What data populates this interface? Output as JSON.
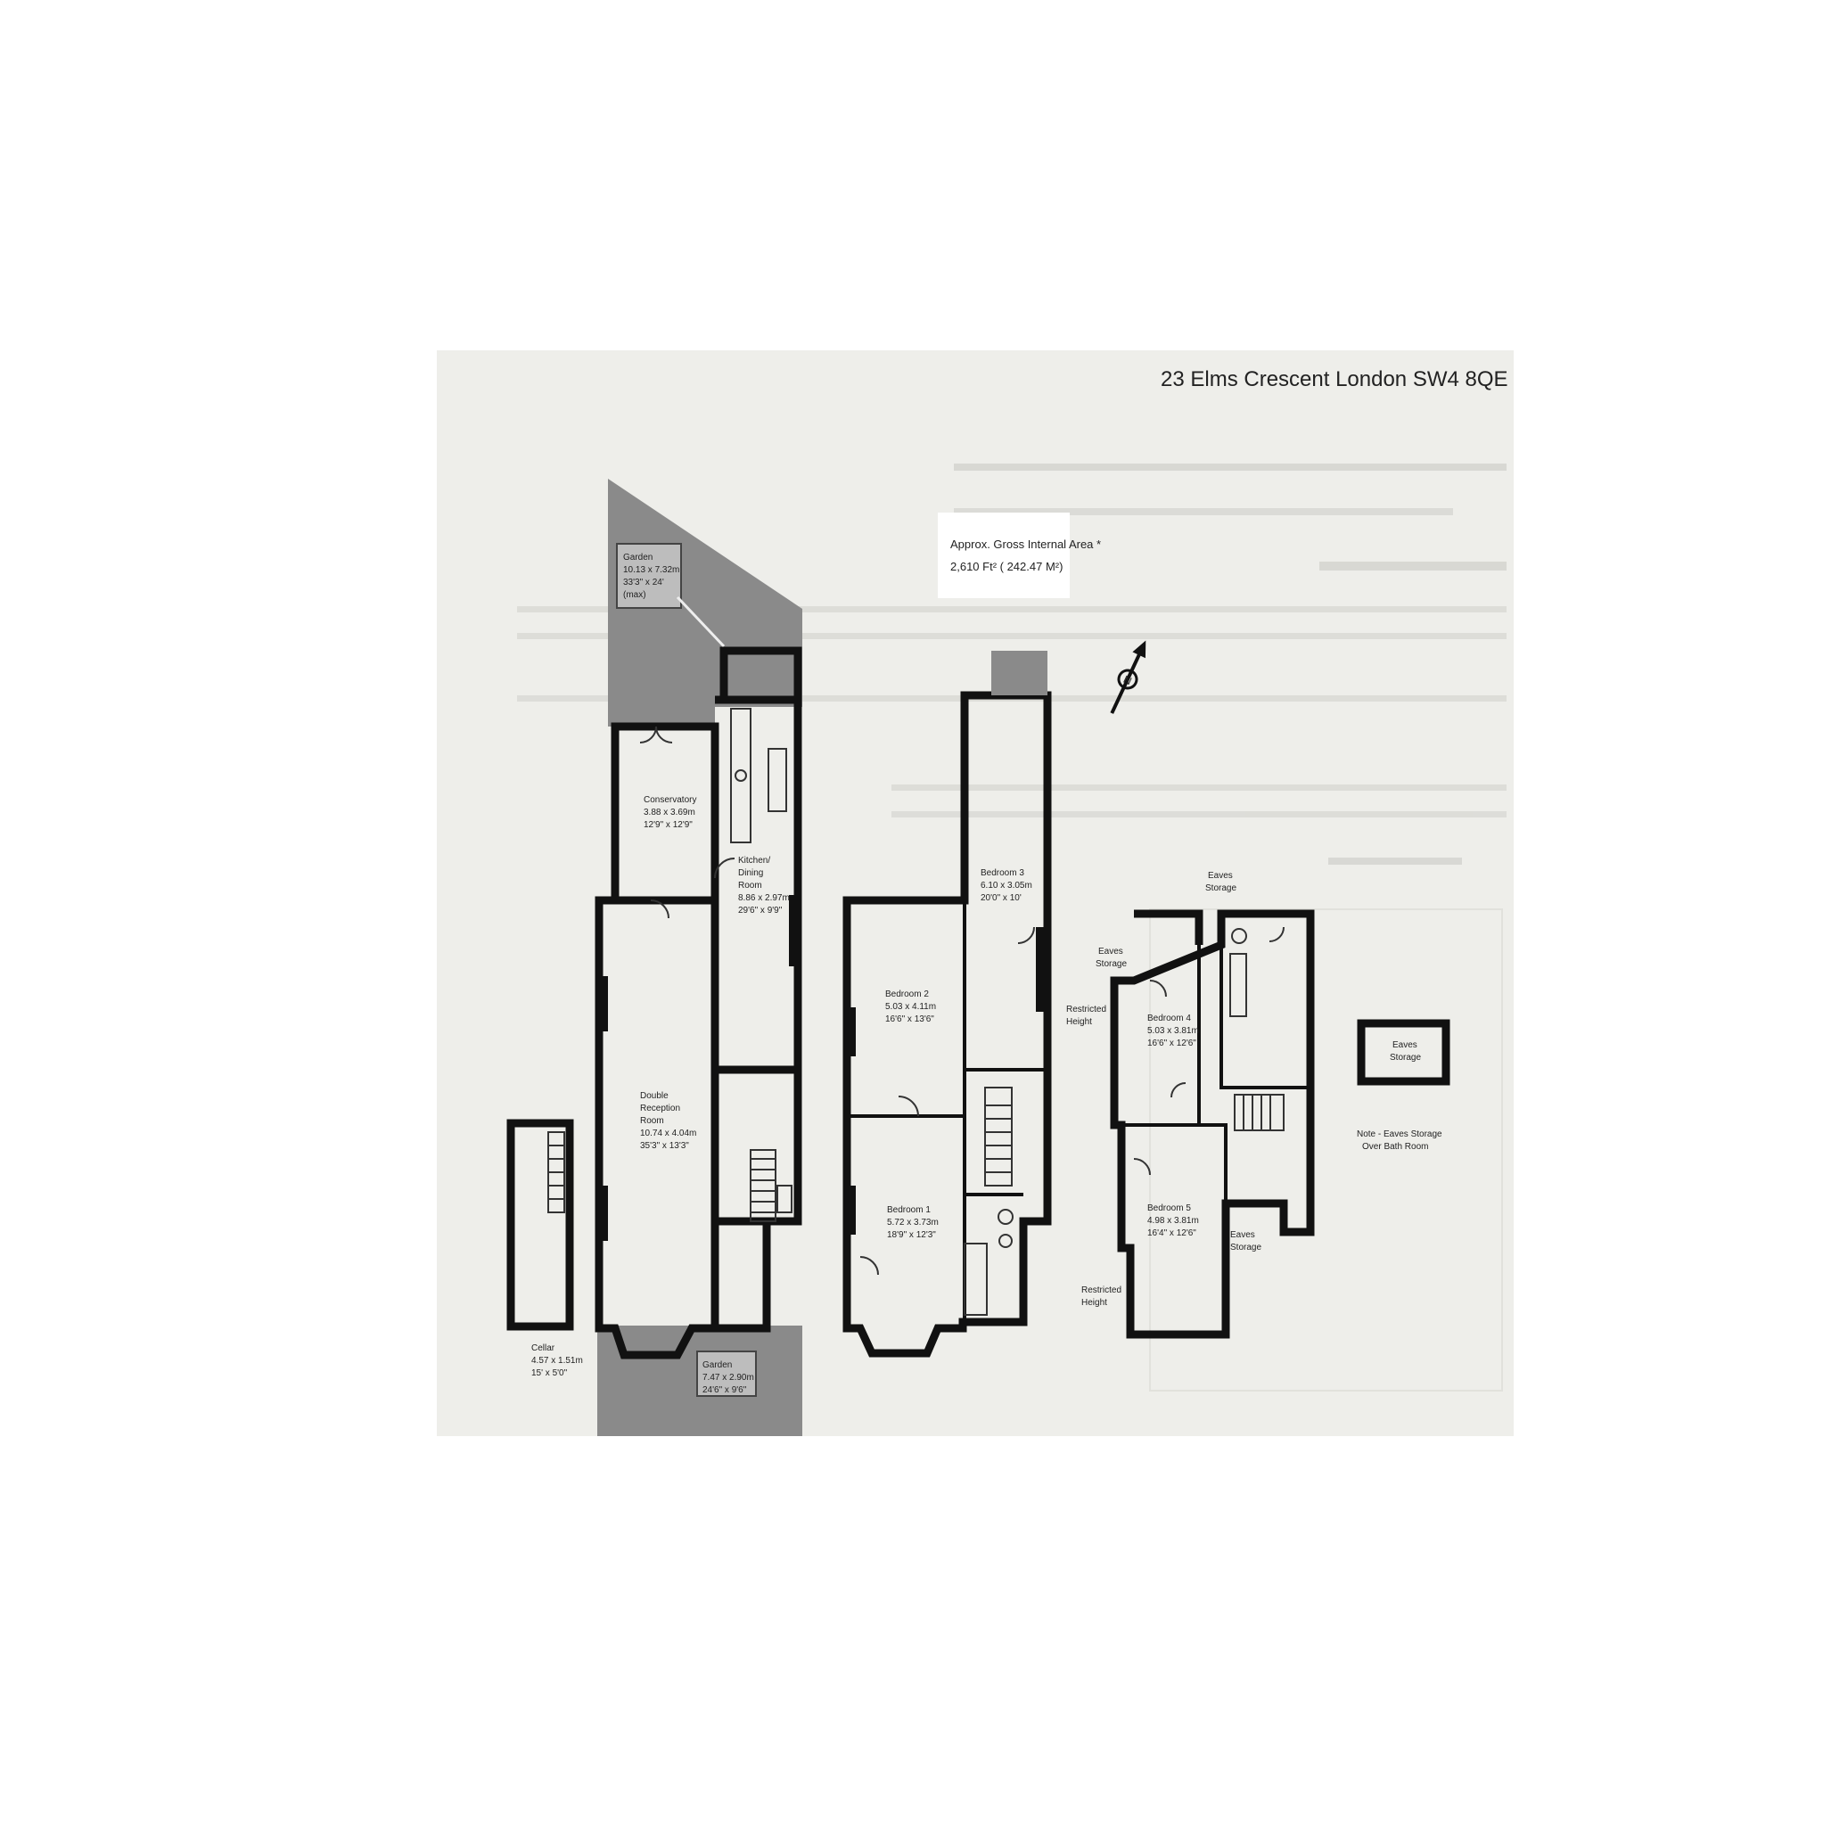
{
  "title": "23 Elms Crescent London  SW4 8QE",
  "area_note": {
    "line1": "Approx. Gross Internal Area *",
    "line2": "2,610 Ft² ( 242.47 M²)"
  },
  "rooms": {
    "garden_rear": [
      "Garden",
      "10.13 x 7.32m",
      "33'3\" x 24'",
      "(max)"
    ],
    "conservatory": [
      "Conservatory",
      "3.88 x 3.69m",
      "12'9\" x 12'9\""
    ],
    "kitchen": [
      "Kitchen/",
      "Dining",
      "Room",
      "8.86 x 2.97m",
      "29'6\" x 9'9\""
    ],
    "reception": [
      "Double",
      "Reception",
      "Room",
      "10.74 x 4.04m",
      "35'3\" x 13'3\""
    ],
    "garden_front": [
      "Garden",
      "7.47 x 2.90m",
      "24'6\" x 9'6\""
    ],
    "cellar": [
      "Cellar",
      "4.57 x 1.51m",
      "15' x 5'0\""
    ],
    "bedroom1": [
      "Bedroom 1",
      "5.72 x 3.73m",
      "18'9\" x 12'3\""
    ],
    "bedroom2": [
      "Bedroom 2",
      "5.03 x 4.11m",
      "16'6\" x 13'6\""
    ],
    "bedroom3": [
      "Bedroom 3",
      "6.10 x 3.05m",
      "20'0\" x 10'"
    ],
    "bedroom4": [
      "Bedroom 4",
      "5.03 x 3.81m",
      "16'6\" x 12'6\""
    ],
    "bedroom5": [
      "Bedroom 5",
      "4.98 x 3.81m",
      "16'4\" x 12'6\""
    ],
    "eaves_a": [
      "Eaves",
      "Storage"
    ],
    "eaves_b": [
      "Eaves",
      "Storage"
    ],
    "eaves_c": [
      "Eaves",
      "Storage"
    ],
    "eaves_d": [
      "Eaves",
      "Storage"
    ],
    "restricted_a": [
      "Restricted",
      "Height"
    ],
    "restricted_b": [
      "Restricted",
      "Height"
    ]
  },
  "note": [
    "Note - Eaves Storage",
    "Over Bath Room"
  ],
  "compass_label": "N",
  "colors": {
    "paper": "#eeeeea",
    "walls": "#111111",
    "garden": "#8a8a8a"
  }
}
